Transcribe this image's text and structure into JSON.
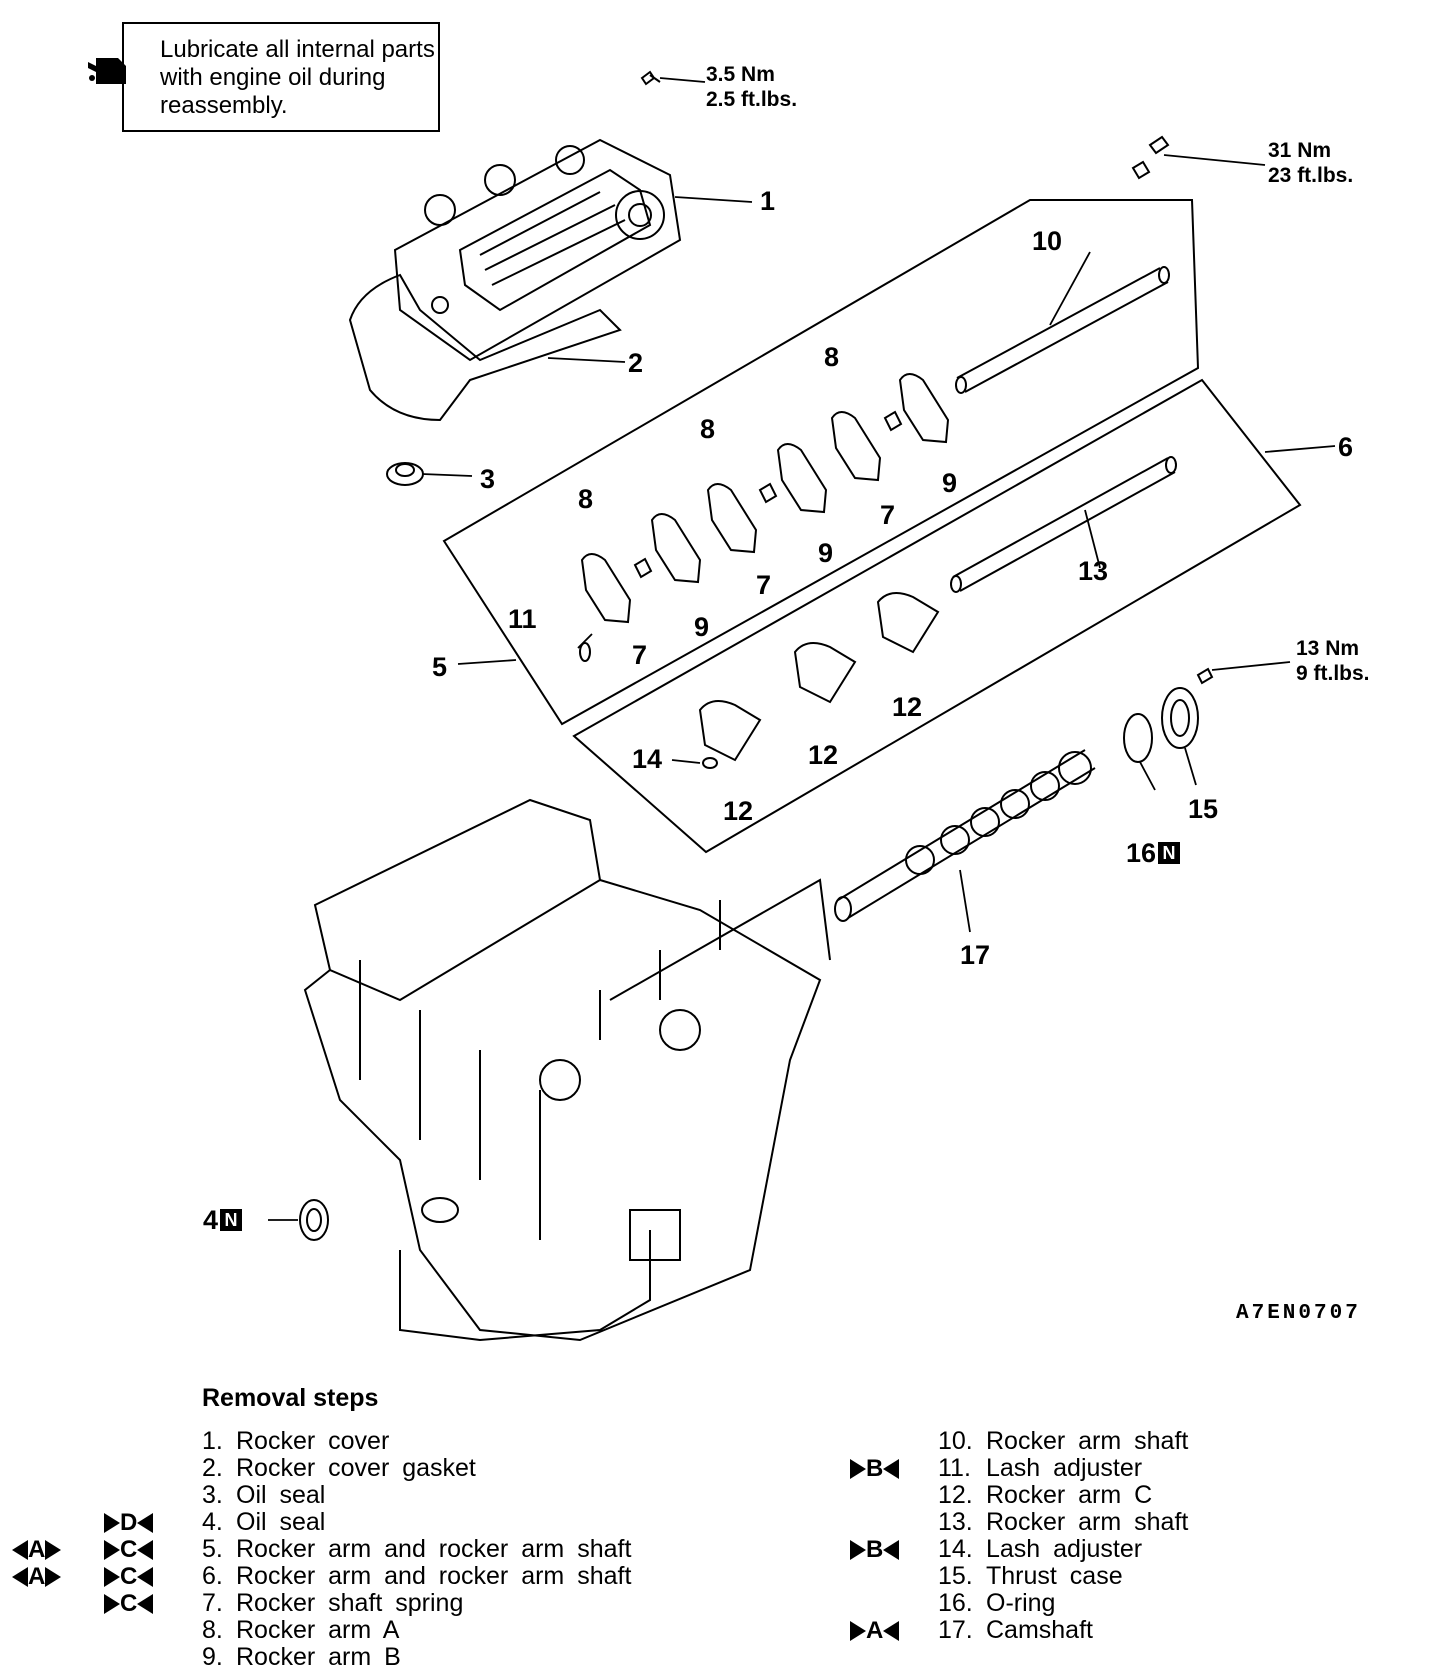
{
  "note": {
    "text": "Lubricate all internal parts with engine oil during reassembly.",
    "icon": "oil-can-icon"
  },
  "torques": [
    {
      "id": "t1",
      "nm": "3.5 Nm",
      "ftlbs": "2.5 ft.lbs."
    },
    {
      "id": "t2",
      "nm": "31 Nm",
      "ftlbs": "23 ft.lbs."
    },
    {
      "id": "t3",
      "nm": "13 Nm",
      "ftlbs": "9 ft.lbs."
    }
  ],
  "callouts": [
    "1",
    "2",
    "3",
    "4",
    "5",
    "6",
    "7",
    "8",
    "9",
    "10",
    "11",
    "12",
    "13",
    "14",
    "15",
    "16",
    "17"
  ],
  "new_part_badge": "N",
  "figure_code": "A7EN0707",
  "removal": {
    "title": "Removal steps",
    "left": [
      {
        "num": "1.",
        "name": "Rocker cover",
        "inst": "",
        "rem": ""
      },
      {
        "num": "2.",
        "name": "Rocker cover gasket",
        "inst": "",
        "rem": ""
      },
      {
        "num": "3.",
        "name": "Oil seal",
        "inst": "",
        "rem": ""
      },
      {
        "num": "4.",
        "name": "Oil seal",
        "inst": "D",
        "rem": ""
      },
      {
        "num": "5.",
        "name": "Rocker arm and rocker arm shaft",
        "inst": "C",
        "rem": "A"
      },
      {
        "num": "6.",
        "name": "Rocker arm and rocker arm shaft",
        "inst": "C",
        "rem": "A"
      },
      {
        "num": "7.",
        "name": "Rocker shaft spring",
        "inst": "C",
        "rem": ""
      },
      {
        "num": "8.",
        "name": "Rocker arm A",
        "inst": "",
        "rem": ""
      },
      {
        "num": "9.",
        "name": "Rocker arm B",
        "inst": "",
        "rem": ""
      }
    ],
    "right": [
      {
        "num": "10.",
        "name": "Rocker arm shaft",
        "inst": ""
      },
      {
        "num": "11.",
        "name": "Lash adjuster",
        "inst": "B"
      },
      {
        "num": "12.",
        "name": "Rocker arm C",
        "inst": ""
      },
      {
        "num": "13.",
        "name": "Rocker arm shaft",
        "inst": ""
      },
      {
        "num": "14.",
        "name": "Lash adjuster",
        "inst": "B"
      },
      {
        "num": "15.",
        "name": "Thrust case",
        "inst": ""
      },
      {
        "num": "16.",
        "name": "O-ring",
        "inst": ""
      },
      {
        "num": "17.",
        "name": "Camshaft",
        "inst": "A"
      }
    ]
  }
}
